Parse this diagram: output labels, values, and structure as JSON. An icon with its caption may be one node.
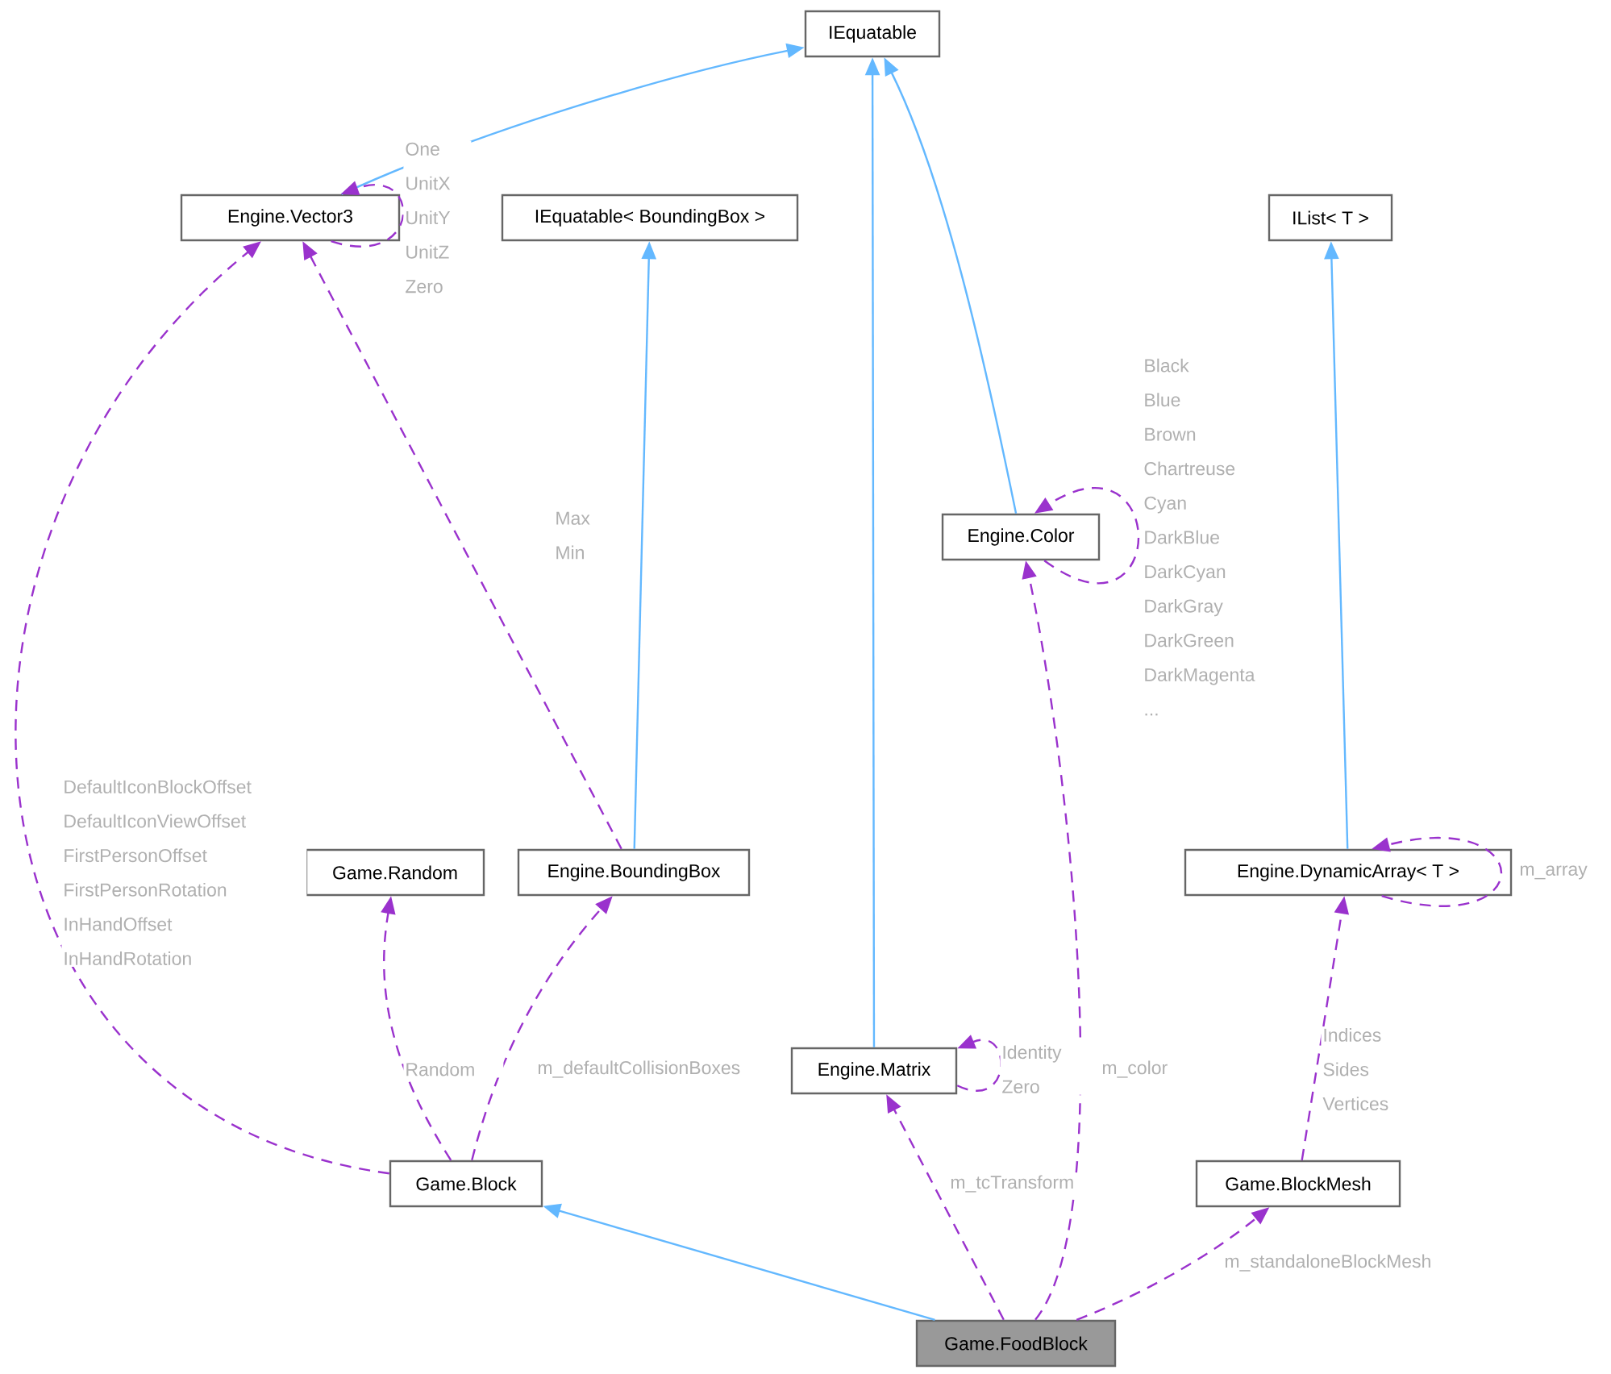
{
  "diagram": {
    "nodes": [
      {
        "text": [
          "IEquatable"
        ]
      },
      {
        "text": [
          "Engine.Vector3"
        ]
      },
      {
        "text": [
          "IEquatable< BoundingBox >"
        ]
      },
      {
        "text": [
          "IList< T >"
        ]
      },
      {
        "text": [
          "Engine.Color"
        ]
      },
      {
        "text": [
          "Game.Random"
        ]
      },
      {
        "text": [
          "Engine.BoundingBox"
        ]
      },
      {
        "text": [
          "Engine.DynamicArray< T >"
        ]
      },
      {
        "text": [
          "Engine.Matrix"
        ]
      },
      {
        "text": [
          "Game.Block"
        ]
      },
      {
        "text": [
          "Game.BlockMesh"
        ]
      },
      {
        "text": [
          "Game.FoodBlock"
        ]
      }
    ],
    "edges": [
      {
        "from": 1,
        "to": 0,
        "arrow": "to",
        "color": "#63b8ff"
      },
      {
        "from": 1,
        "to": 1,
        "arrow": "to",
        "style": "dashed",
        "label": "One UnitX UnitY UnitZ Zero"
      },
      {
        "from": 6,
        "to": 2,
        "arrow": "to",
        "color": "#63b8ff"
      },
      {
        "from": 6,
        "to": 1,
        "arrow": "to",
        "style": "dashed",
        "label": "Max Min"
      },
      {
        "from": 8,
        "to": 0,
        "arrow": "to",
        "color": "#63b8ff"
      },
      {
        "from": 4,
        "to": 0,
        "arrow": "to",
        "color": "#63b8ff"
      },
      {
        "from": 4,
        "to": 4,
        "arrow": "to",
        "style": "dashed",
        "label": "Black Blue Brown Chartreuse Cyan DarkBlue DarkCyan DarkGray DarkGreen DarkMagenta ..."
      },
      {
        "from": 7,
        "to": 3,
        "arrow": "to",
        "color": "#63b8ff"
      },
      {
        "from": 7,
        "to": 7,
        "arrow": "to",
        "style": "dashed",
        "label": "m_array"
      },
      {
        "from": 9,
        "to": 1,
        "arrow": "to",
        "style": "dashed",
        "label": "DefaultIconBlockOffset DefaultIconViewOffset FirstPersonOffset FirstPersonRotation InHandOffset InHandRotation"
      },
      {
        "from": 9,
        "to": 5,
        "arrow": "to",
        "style": "dashed",
        "label": "Random"
      },
      {
        "from": 9,
        "to": 6,
        "arrow": "to",
        "style": "dashed",
        "label": "m_defaultCollisionBoxes"
      },
      {
        "from": 8,
        "to": 8,
        "arrow": "to",
        "style": "dashed",
        "label": "Identity Zero"
      },
      {
        "from": 11,
        "to": 9,
        "arrow": "to",
        "color": "#63b8ff"
      },
      {
        "from": 11,
        "to": 8,
        "arrow": "to",
        "style": "dashed",
        "label": "m_tcTransform"
      },
      {
        "from": 11,
        "to": 4,
        "arrow": "to",
        "style": "dashed",
        "label": "m_color"
      },
      {
        "from": 11,
        "to": 10,
        "arrow": "to",
        "style": "dashed",
        "label": "m_standaloneBlockMesh"
      },
      {
        "from": 10,
        "to": 7,
        "arrow": "to",
        "style": "dashed",
        "label": "Indices Sides Vertices"
      }
    ]
  }
}
